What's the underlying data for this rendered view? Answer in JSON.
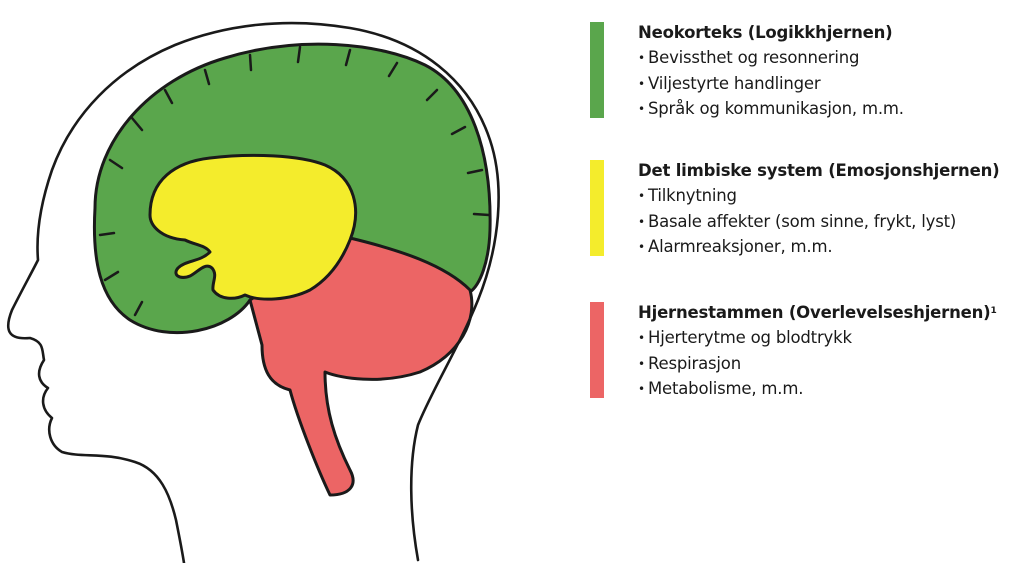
{
  "colors": {
    "neocortex": "#5aa64c",
    "limbic": "#f4ec2c",
    "brainstem": "#ec6565",
    "outline": "#1a1a1a"
  },
  "legend": [
    {
      "id": "neocortex",
      "title": "Neokorteks (Logikkhjernen)",
      "superscript": "",
      "items": [
        "Bevissthet og resonnering",
        "Viljestyrte handlinger",
        "Språk og kommunikasjon, m.m."
      ]
    },
    {
      "id": "limbic",
      "title": "Det limbiske system (Emosjonshjernen)",
      "superscript": "",
      "items": [
        "Tilknytning",
        "Basale affekter (som sinne, frykt, lyst)",
        "Alarmreaksjoner, m.m."
      ]
    },
    {
      "id": "brainstem",
      "title": "Hjernestammen (Overlevelseshjernen)",
      "superscript": "1",
      "items": [
        "Hjerterytme og blodtrykk",
        "Respirasjon",
        "Metabolisme, m.m."
      ]
    }
  ]
}
